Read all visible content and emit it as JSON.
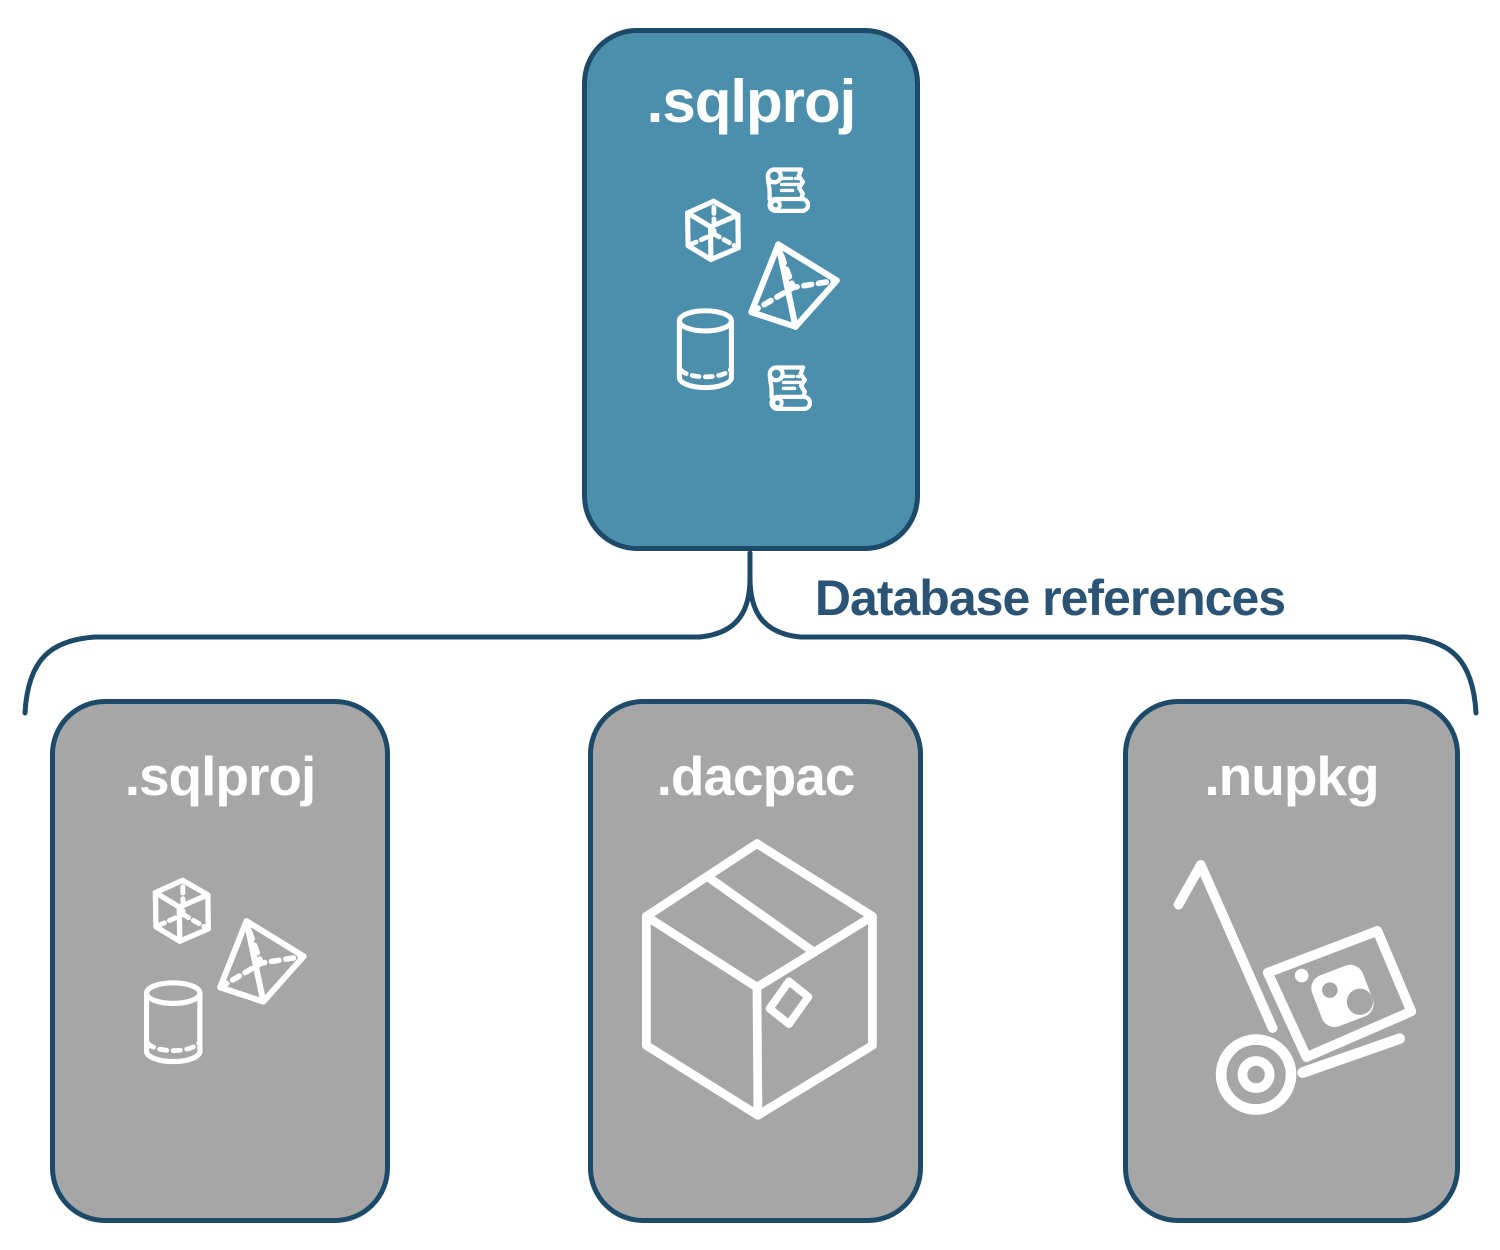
{
  "diagram": {
    "root": {
      "label": ".sqlproj",
      "icons": [
        "scroll-icon",
        "cube-icon",
        "pyramid-icon",
        "cylinder-icon",
        "scroll-icon"
      ]
    },
    "connector": {
      "label": "Database references"
    },
    "children": [
      {
        "label": ".sqlproj",
        "icons": [
          "cube-icon",
          "pyramid-icon",
          "cylinder-icon"
        ]
      },
      {
        "label": ".dacpac",
        "icons": [
          "package-box-icon"
        ]
      },
      {
        "label": ".nupkg",
        "icons": [
          "nuget-hand-truck-icon"
        ]
      }
    ],
    "colors": {
      "root_fill": "#4b8fad",
      "child_fill": "#a6a6a6",
      "outline": "#1d4a68",
      "connector_text": "#2a5374",
      "node_label": "#ffffff",
      "icon_stroke": "#ffffff"
    }
  }
}
